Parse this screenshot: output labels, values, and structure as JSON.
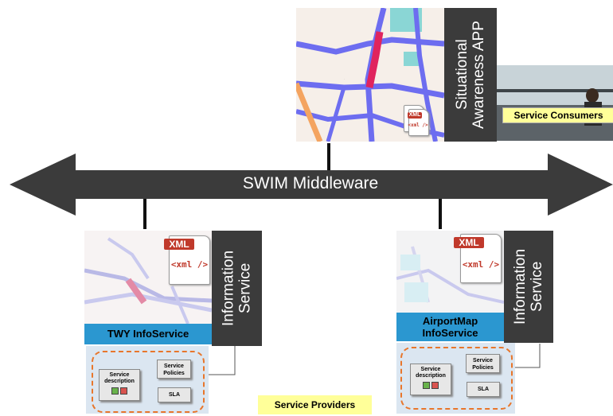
{
  "middleware_label": "SWIM Middleware",
  "consumer": {
    "app_label": "Situational Awareness APP",
    "badge": "Service Consumers"
  },
  "providers": {
    "badge": "Service Providers",
    "left": {
      "service_label": "Information Service",
      "name": "TWY InfoService",
      "cards": {
        "description": "Service description",
        "policies": "Service Policies",
        "sla": "SLA"
      }
    },
    "right": {
      "service_label": "Information Service",
      "name": "AirportMap InfoService",
      "cards": {
        "description": "Service description",
        "policies": "Service Policies",
        "sla": "SLA"
      }
    }
  },
  "xml": {
    "tag": "XML",
    "code": "<xml />"
  },
  "colors": {
    "arrow": "#3b3b3b",
    "dark_panel": "#3b3b3b",
    "info_bar": "#2b97d0",
    "badge": "#ffff99",
    "dash": "#e8762b",
    "taxiway": "#6d6df0",
    "highlight": "#e0245e"
  }
}
